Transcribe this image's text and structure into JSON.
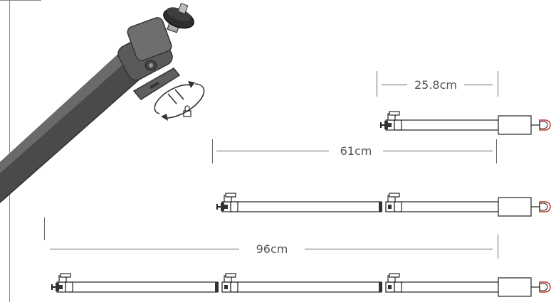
{
  "dimensions": {
    "short": "25.8cm",
    "medium": "61cm",
    "long": "96cm"
  },
  "colors": {
    "line": "#333333",
    "pole_fill": "#ffffff",
    "pole_dark": "#4a4a4a",
    "accent_red": "#c0392b",
    "dim_line": "#666666"
  },
  "icons": {
    "lock": "padlock-icon",
    "rotate": "rotate-arrows-icon"
  }
}
